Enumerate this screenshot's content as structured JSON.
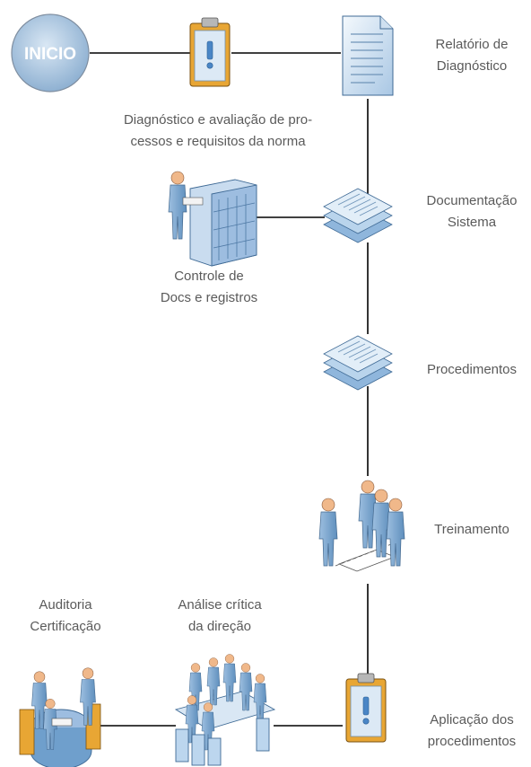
{
  "diagram": {
    "start": {
      "label": "INICIO"
    },
    "labels": {
      "diagnostico": [
        "Diagnóstico e avaliação de pro-",
        "cessos e requisitos da norma"
      ],
      "relatorio": [
        "Relatório de",
        "Diagnóstico"
      ],
      "controle": [
        "Controle de",
        "Docs e registros"
      ],
      "documentacao": [
        "Documentação",
        "Sistema"
      ],
      "procedimentos": [
        "Procedimentos"
      ],
      "treinamento": [
        "Treinamento"
      ],
      "auditoria": [
        "Auditoria",
        "Certificação"
      ],
      "analise": [
        "Análise crítica",
        "da direção"
      ],
      "aplicacao": [
        "Aplicação dos",
        "procedimentos"
      ]
    },
    "icons": [
      "start-circle",
      "clipboard-icon",
      "document-icon",
      "server-operator-icon",
      "document-stack-icon",
      "document-stack-icon",
      "people-group-icon",
      "meeting-table-icon",
      "clipboard-icon"
    ],
    "colors": {
      "line": "#000000",
      "icon_fill": "#bcd6ee",
      "icon_dark": "#6f9fcc",
      "clipboard_board": "#e8a634",
      "label_text": "#5a5a5a",
      "start_text": "#ffffff"
    }
  }
}
